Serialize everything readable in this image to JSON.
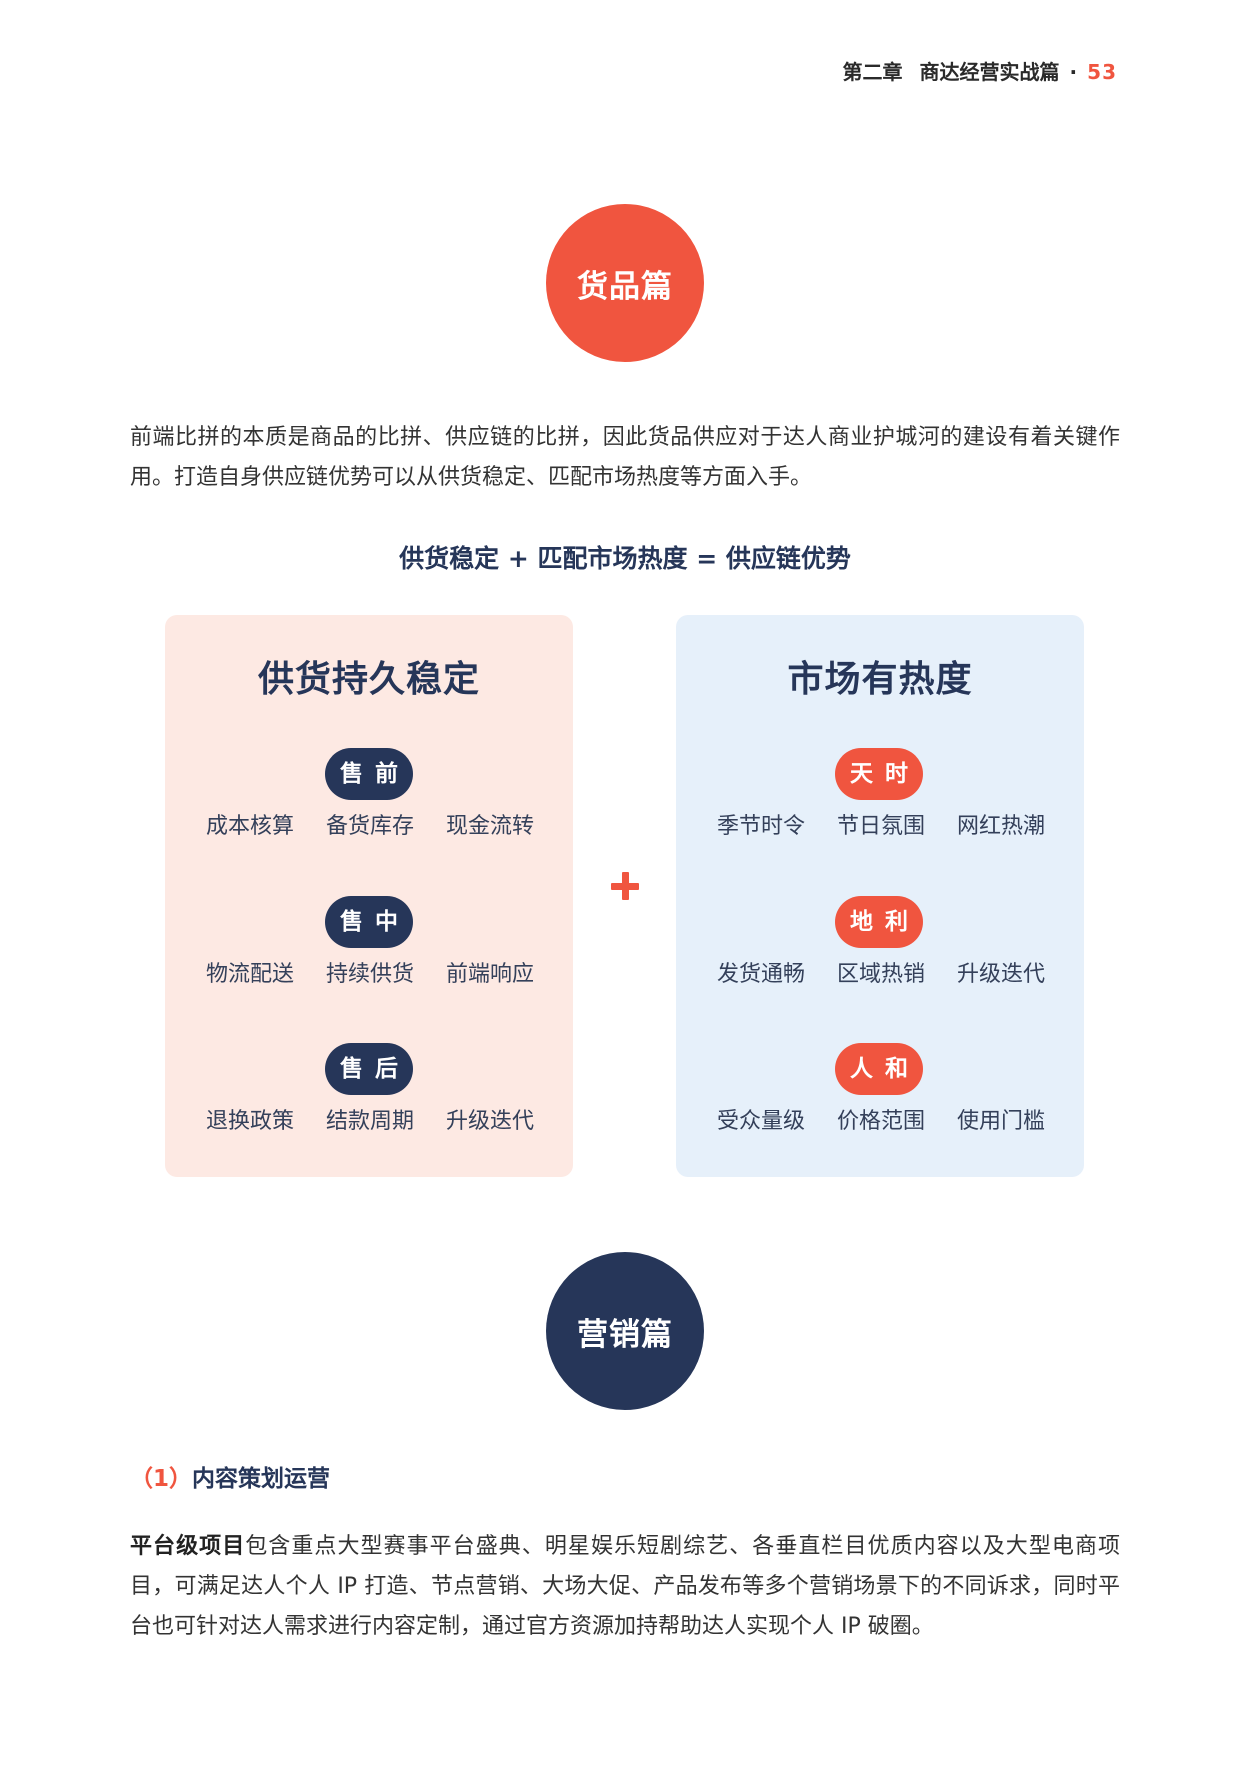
{
  "header": {
    "chapter": "第二章",
    "title": "商达经营实战篇",
    "separator": "·",
    "page_number": "53"
  },
  "section_goods": {
    "badge": "货品篇",
    "intro": "前端比拼的本质是商品的比拼、供应链的比拼，因此货品供应对于达人商业护城河的建设有着关键作用。打造自身供应链优势可以从供货稳定、匹配市场热度等方面入手。",
    "formula": "供货稳定 + 匹配市场热度 = 供应链优势"
  },
  "supply_card": {
    "title": "供货持久稳定",
    "groups": [
      {
        "label": "售 前",
        "items": [
          "成本核算",
          "备货库存",
          "现金流转"
        ]
      },
      {
        "label": "售 中",
        "items": [
          "物流配送",
          "持续供货",
          "前端响应"
        ]
      },
      {
        "label": "售 后",
        "items": [
          "退换政策",
          "结款周期",
          "升级迭代"
        ]
      }
    ]
  },
  "market_card": {
    "title": "市场有热度",
    "groups": [
      {
        "label": "天 时",
        "items": [
          "季节时令",
          "节日氛围",
          "网红热潮"
        ]
      },
      {
        "label": "地 利",
        "items": [
          "发货通畅",
          "区域热销",
          "升级迭代"
        ]
      },
      {
        "label": "人 和",
        "items": [
          "受众量级",
          "价格范围",
          "使用门槛"
        ]
      }
    ]
  },
  "section_marketing": {
    "badge": "营销篇",
    "subheading": {
      "number": "（1）",
      "title": "内容策划运营"
    },
    "paragraph": {
      "lead": "平台级项目",
      "body": "包含重点大型赛事平台盛典、明星娱乐短剧综艺、各垂直栏目优质内容以及大型电商项目，可满足达人个人 IP 打造、节点营销、大场大促、产品发布等多个营销场景下的不同诉求，同时平台也可针对达人需求进行内容定制，通过官方资源加持帮助达人实现个人 IP 破圈。"
    }
  },
  "icons": {
    "between_cards": "plus-icon"
  },
  "colors": {
    "red": "#F0553F",
    "navy": "#263659",
    "supply-bg": "#FDE9E3",
    "market-bg": "#E6F0FA",
    "text": "#333333"
  }
}
